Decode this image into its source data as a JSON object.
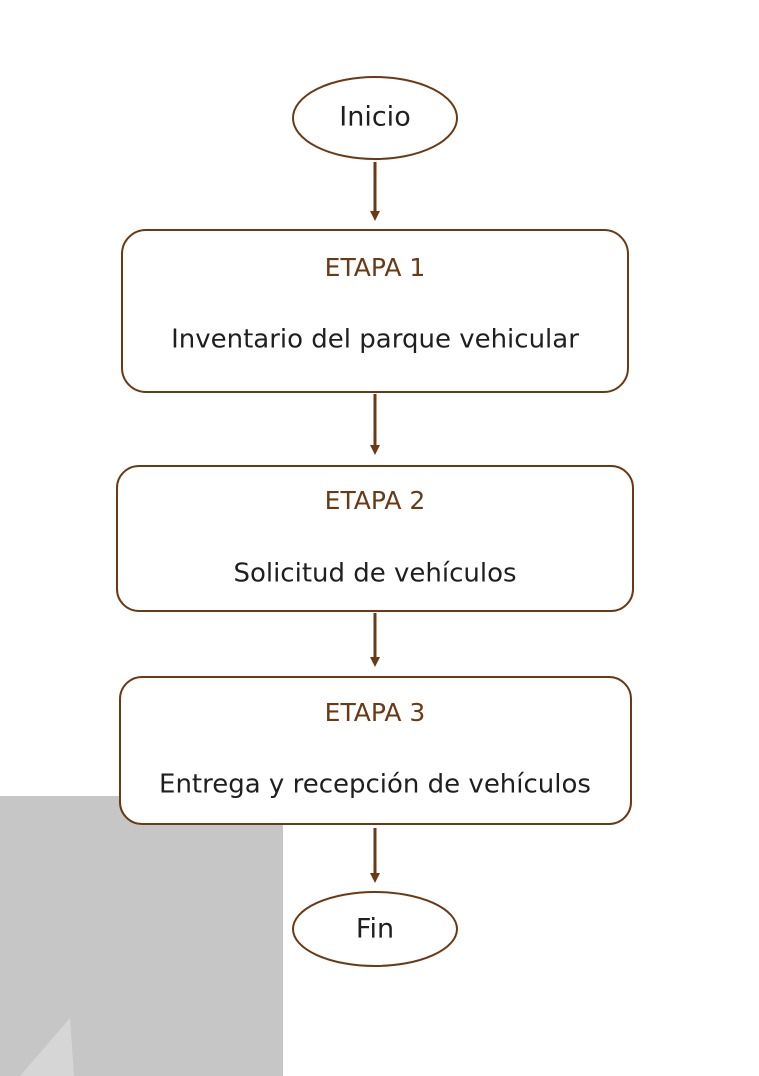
{
  "colors": {
    "border": "#6b3a14",
    "arrow": "#6b3a14",
    "stage_label": "#6b3a14",
    "text": "#1f1f1f",
    "background_shape": "#c6c6c6",
    "background_shape_accent": "#d6d6d6"
  },
  "flowchart": {
    "start": {
      "label": "Inicio"
    },
    "stages": [
      {
        "label": "ETAPA 1",
        "description": "Inventario del parque vehicular"
      },
      {
        "label": "ETAPA 2",
        "description": "Solicitud de vehículos"
      },
      {
        "label": "ETAPA 3",
        "description": "Entrega y recepción de vehículos"
      }
    ],
    "end": {
      "label": "Fin"
    }
  }
}
